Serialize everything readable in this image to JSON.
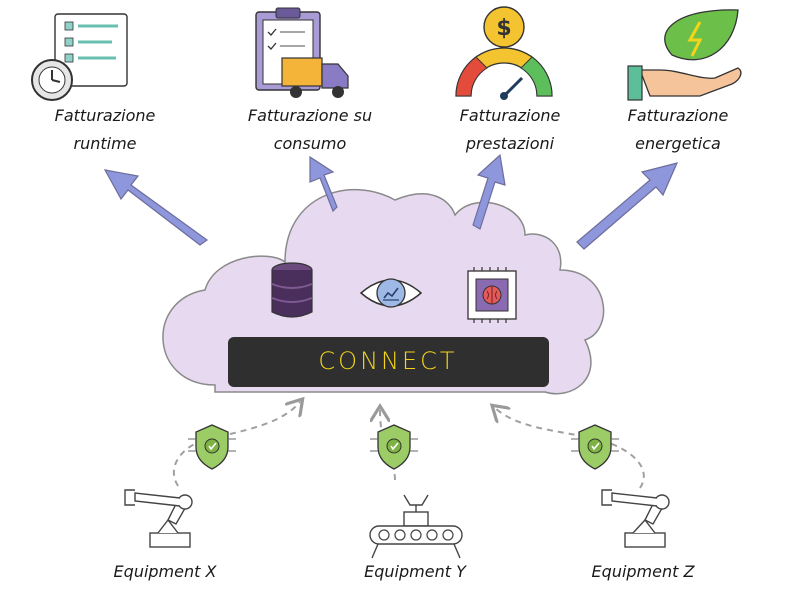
{
  "platform": {
    "name": "CONNECT"
  },
  "billing_models": [
    {
      "line1": "Fatturazione",
      "line2": "runtime",
      "icon": "checklist-clock-icon"
    },
    {
      "line1": "Fatturazione su",
      "line2": "consumo",
      "icon": "clipboard-truck-icon"
    },
    {
      "line1": "Fatturazione",
      "line2": "prestazioni",
      "icon": "dollar-gauge-icon"
    },
    {
      "line1": "Fatturazione",
      "line2": "energetica",
      "icon": "leaf-energy-hand-icon"
    }
  ],
  "cloud_icons": [
    "database-icon",
    "eye-analytics-icon",
    "ai-chip-icon"
  ],
  "equipment": [
    {
      "label": "Equipment X",
      "icon": "robot-arm-icon"
    },
    {
      "label": "Equipment Y",
      "icon": "conveyor-icon"
    },
    {
      "label": "Equipment Z",
      "icon": "robot-arm-icon"
    }
  ],
  "colors": {
    "cloud_fill": "#e7daf0",
    "arrow_fill": "#8e96dc",
    "connect_bar": "#2f2f2f",
    "connect_text": "#f2d51a",
    "shield": "#9ccc65"
  }
}
